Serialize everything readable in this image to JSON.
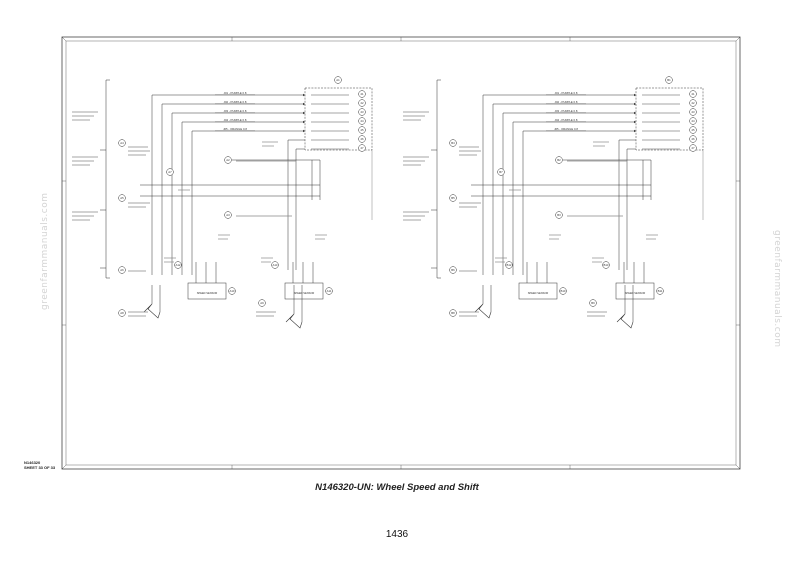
{
  "caption": "N146320-UN: Wheel Speed and Shift",
  "page_number": "1436",
  "sheet_id": [
    "N146320",
    "SHEET 33 OF 33"
  ],
  "watermark": "greenfarmmanuals.com",
  "diagram_left": {
    "wire_labels": [
      "J01 - PURPLE 0.8",
      "J02 - PURPLE 0.8",
      "J03 - PURPLE 0.8",
      "J04 - PURPLE 0.8",
      "J05 - ORANGE 0.8"
    ],
    "pin_numbers": [
      "21",
      "22",
      "23",
      "24",
      "25",
      "26",
      "27"
    ],
    "callouts": [
      "A1",
      "A2",
      "A3",
      "A4",
      "A5",
      "A6",
      "A7",
      "A8",
      "A9",
      "A10",
      "A11",
      "A12",
      "A13"
    ],
    "sensors": [
      "SPEED SENSOR",
      "SPEED SENSOR"
    ]
  },
  "diagram_right": {
    "wire_labels": [
      "J01 - PURPLE 0.8",
      "J02 - PURPLE 0.8",
      "J03 - PURPLE 0.8",
      "J04 - PURPLE 0.8",
      "J05 - ORANGE 0.8"
    ],
    "pin_numbers": [
      "21",
      "22",
      "23",
      "24",
      "25",
      "26",
      "27"
    ],
    "callouts": [
      "B1",
      "B2",
      "B3",
      "B4",
      "B5",
      "B6",
      "B7",
      "B8",
      "B9",
      "B10",
      "B11",
      "B12",
      "B13"
    ],
    "sensors": [
      "SPEED SENSOR",
      "SPEED SENSOR"
    ]
  }
}
